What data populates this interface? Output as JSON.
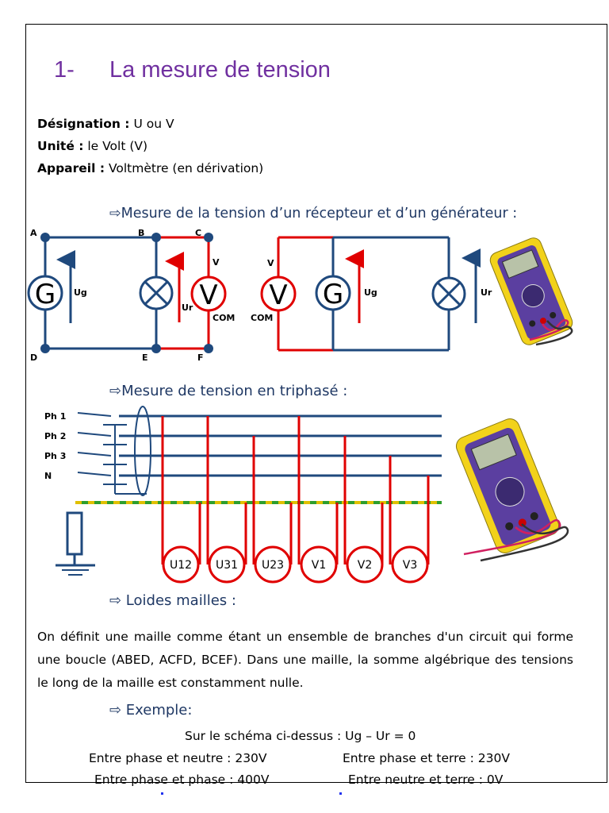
{
  "title": {
    "number": "1-",
    "text": "La mesure de tension"
  },
  "definitions": [
    {
      "label": "Désignation :",
      "value": " U ou V"
    },
    {
      "label": "Unité :",
      "value": " le Volt (V)"
    },
    {
      "label": "Appareil :",
      "value": " Voltmètre (en dérivation)"
    }
  ],
  "sections": {
    "s1": "⇨Mesure de la tension d’un récepteur et d’un générateur :",
    "s2": "⇨Mesure de tension en triphasé :",
    "s3": "⇨ Loides mailles :",
    "s4": "⇨ Exemple:"
  },
  "circuit1": {
    "nodes": [
      "A",
      "B",
      "C",
      "D",
      "E",
      "F"
    ],
    "generator": "G",
    "voltmeter": "V",
    "ug": "Ug",
    "ur": "Ur",
    "v_term": "V",
    "com_term": "COM"
  },
  "circuit2": {
    "voltmeter": "V",
    "generator": "G",
    "ug": "Ug",
    "ur": "Ur",
    "v_term": "V",
    "com_term": "COM"
  },
  "three_phase": {
    "lines": [
      "Ph 1",
      "Ph 2",
      "Ph 3",
      "N"
    ],
    "meters": [
      "U12",
      "U31",
      "U23",
      "V1",
      "V2",
      "V3"
    ]
  },
  "paragraph": "On définit une maille comme étant un ensemble de branches d'un circuit qui forme une boucle (ABED, ACFD, BCEF). Dans une maille, la somme algébrique des tensions le long de la maille est constamment nulle.",
  "example": {
    "line1": "Sur le schéma ci-dessus : Ug – Ur = 0",
    "pn": "Entre phase et neutre : 230V",
    "pt": "Entre phase et terre : 230V",
    "pp": "Entre phase et phase : 400V",
    "nt": "Entre neutre et terre : 0V"
  },
  "colors": {
    "title": "#7030A0",
    "wire_blue": "#1F497D",
    "wire_red": "#E00000",
    "subtitle": "#1F3864",
    "ground": "#2E9E2E"
  },
  "icons": [
    "multimeter-icon",
    "ground-icon",
    "lamp-icon"
  ]
}
